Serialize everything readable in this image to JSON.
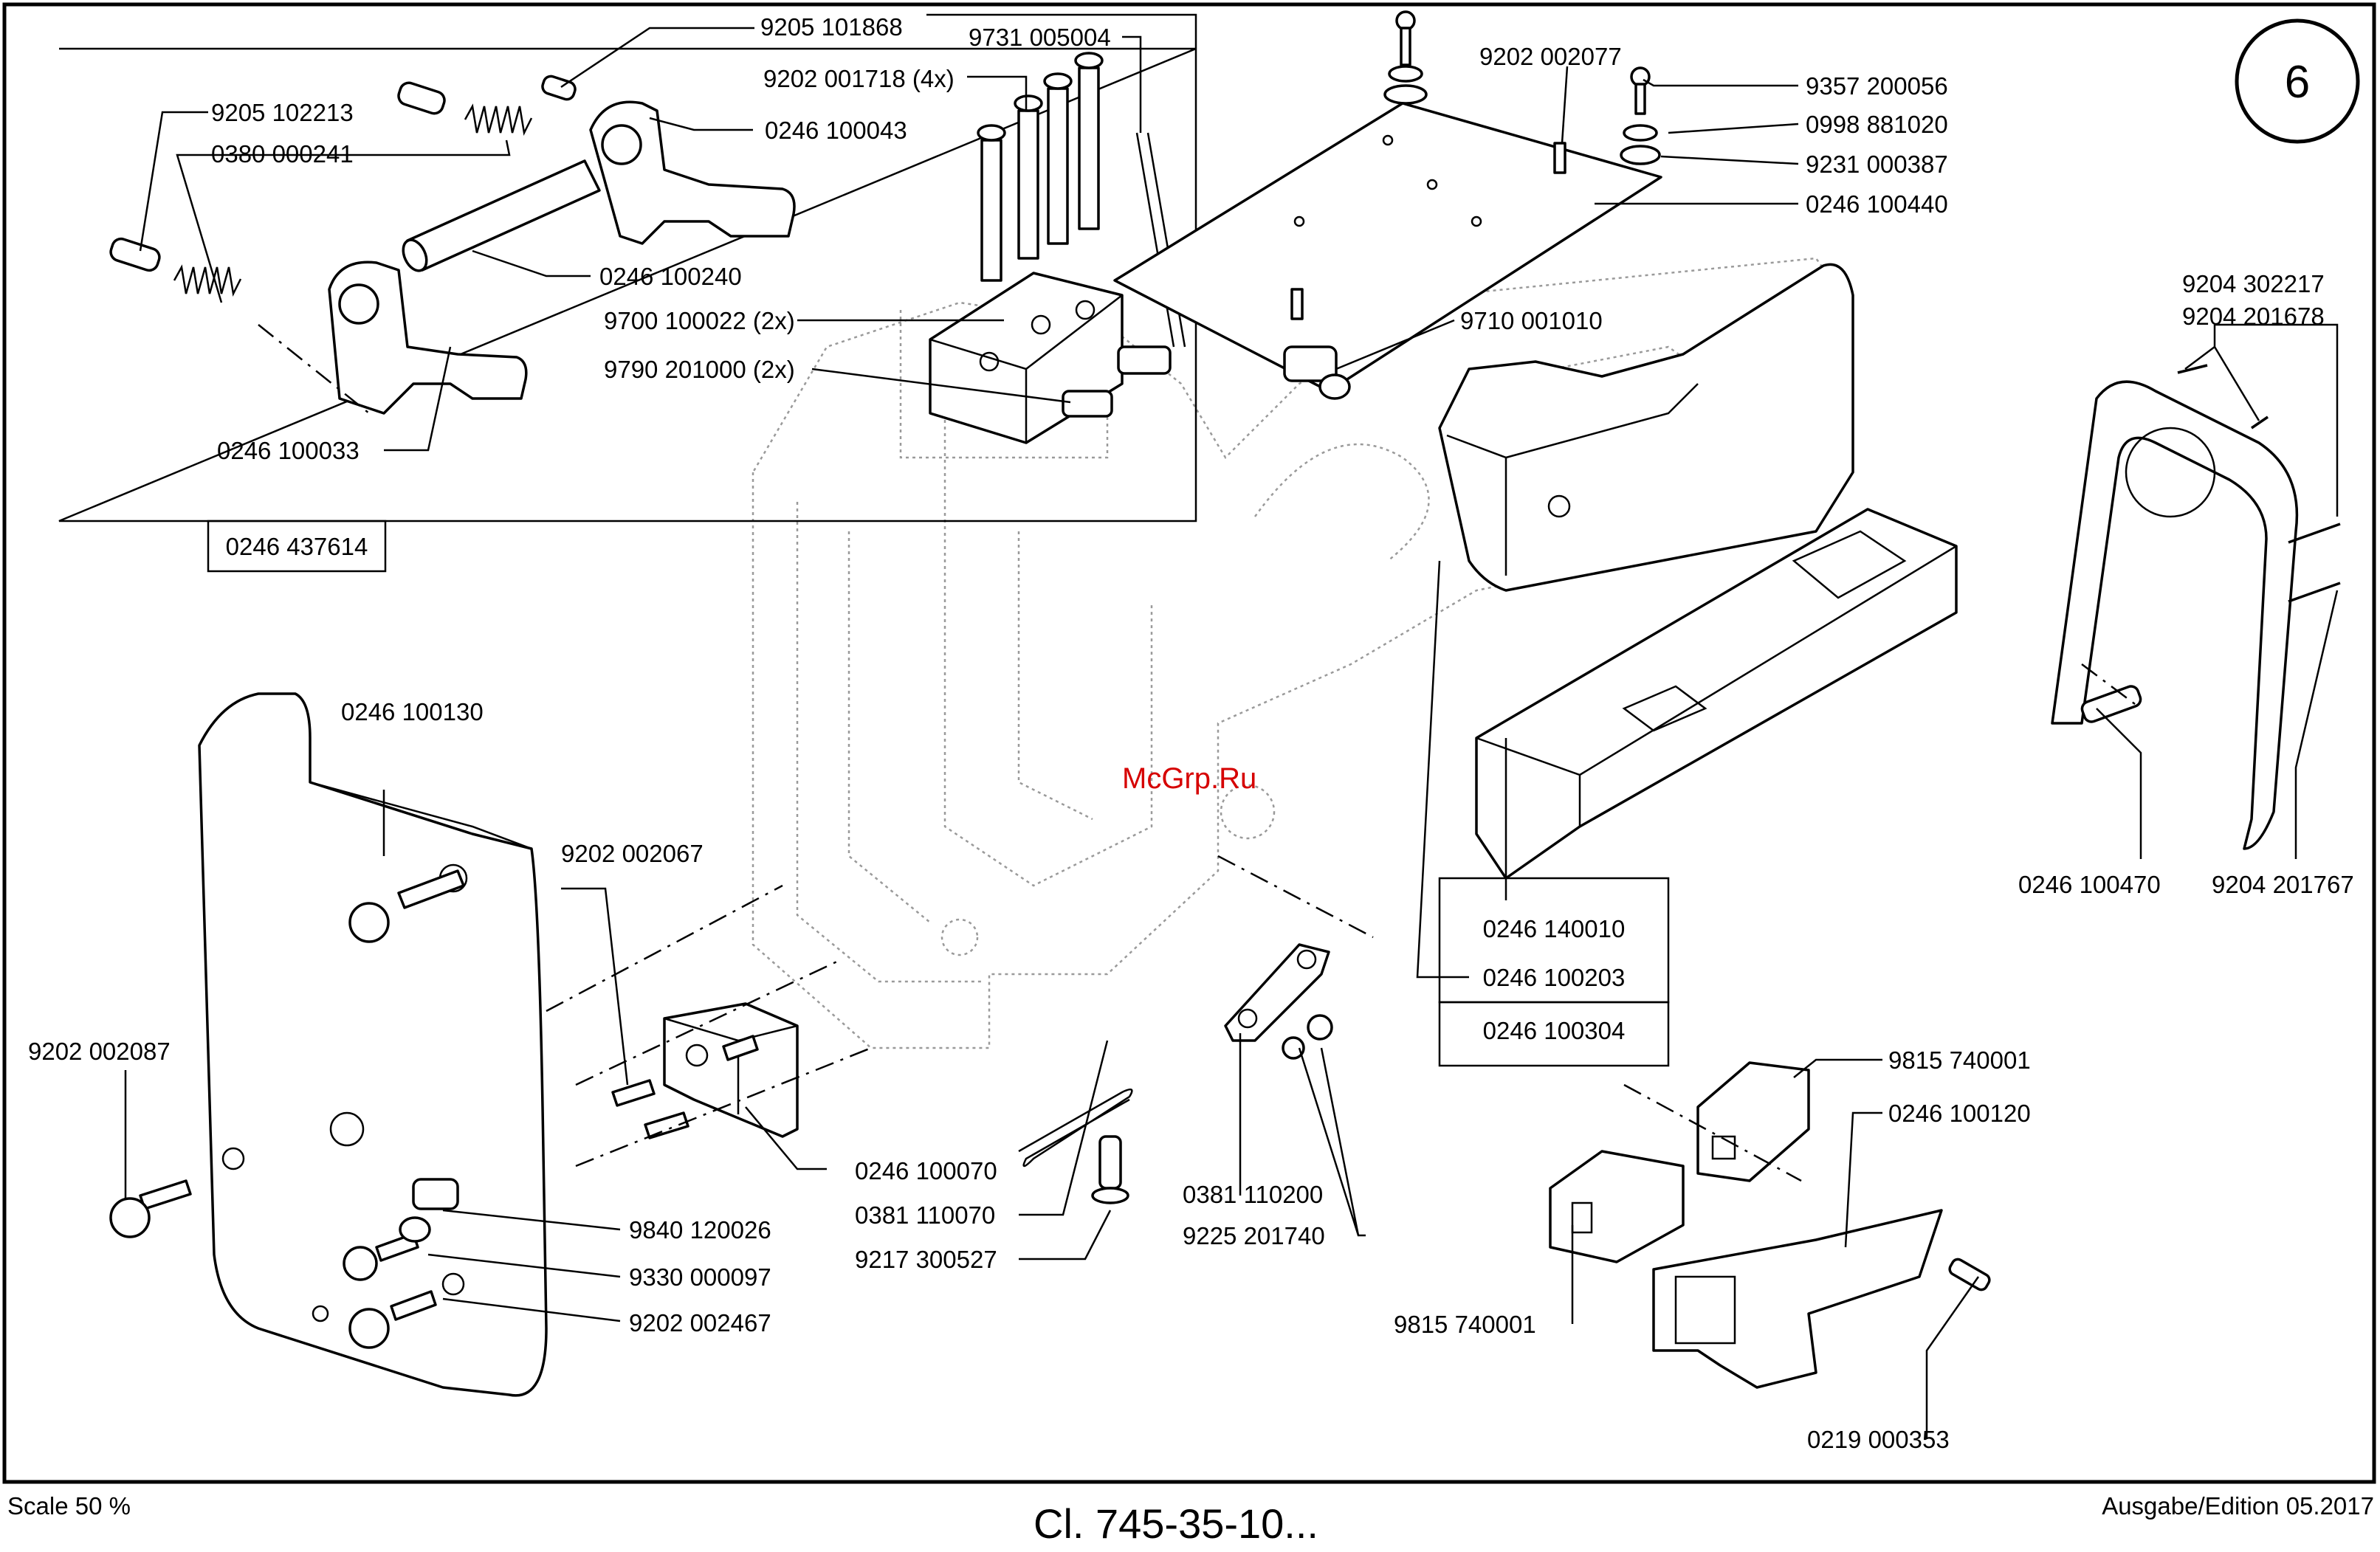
{
  "sheet": {
    "page_number": "6",
    "scale": "Scale 50 %",
    "title": "Cl. 745-35-10...",
    "edition": "Ausgabe/Edition 05.2017",
    "watermark": "McGrp.Ru"
  },
  "assembly_box": {
    "label": "0246 437614"
  },
  "sub_box": {
    "label_1": "0246 140010",
    "label_2": "0246 100203",
    "label_3": "0246 100304"
  },
  "labels": {
    "l01": "9205 101868",
    "l02": "9205 102213",
    "l03": "0380 000241",
    "l04": "0246 100043",
    "l05": "0246 100240",
    "l06": "0246 100033",
    "l07": "9731 005004",
    "l08": "9202 001718 (4x)",
    "l09": "9700 100022 (2x)",
    "l10": "9790 201000 (2x)",
    "l11": "9202 002077",
    "l12": "9357 200056",
    "l13": "0998 881020",
    "l14": "9231 000387",
    "l15": "0246 100440",
    "l16": "9710 001010",
    "l17": "9204 302217",
    "l18": "9204 201678",
    "l19": "0246 100470",
    "l20": "9204 201767",
    "l21": "0246 100130",
    "l22": "9202 002067",
    "l23": "9202 002087",
    "l24": "0246 100070",
    "l25": "9840 120026",
    "l26": "9330 000097",
    "l27": "9202 002467",
    "l28": "0381 110070",
    "l29": "9217 300527",
    "l30": "0381 110200",
    "l31": "9225 201740",
    "l32": "9815 740001",
    "l33": "0246 100120",
    "l34": "9815 740001",
    "l35": "0219 000353"
  }
}
